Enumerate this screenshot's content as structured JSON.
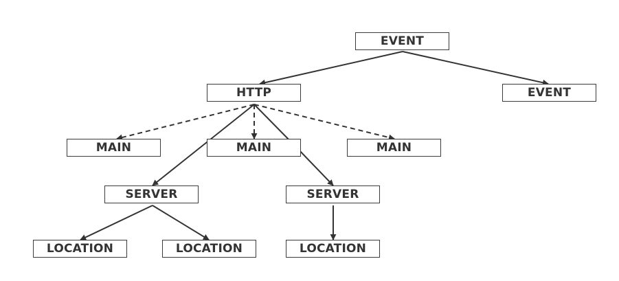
{
  "nodes": {
    "event_root": "EVENT",
    "event_child": "EVENT",
    "http": "HTTP",
    "main_left": "MAIN",
    "main_center": "MAIN",
    "main_right": "MAIN",
    "server_left": "SERVER",
    "server_right": "SERVER",
    "location_1": "LOCATION",
    "location_2": "LOCATION",
    "location_3": "LOCATION"
  },
  "colors": {
    "line": "#333333",
    "node_border": "#3a3a3a",
    "text": "#333333"
  }
}
